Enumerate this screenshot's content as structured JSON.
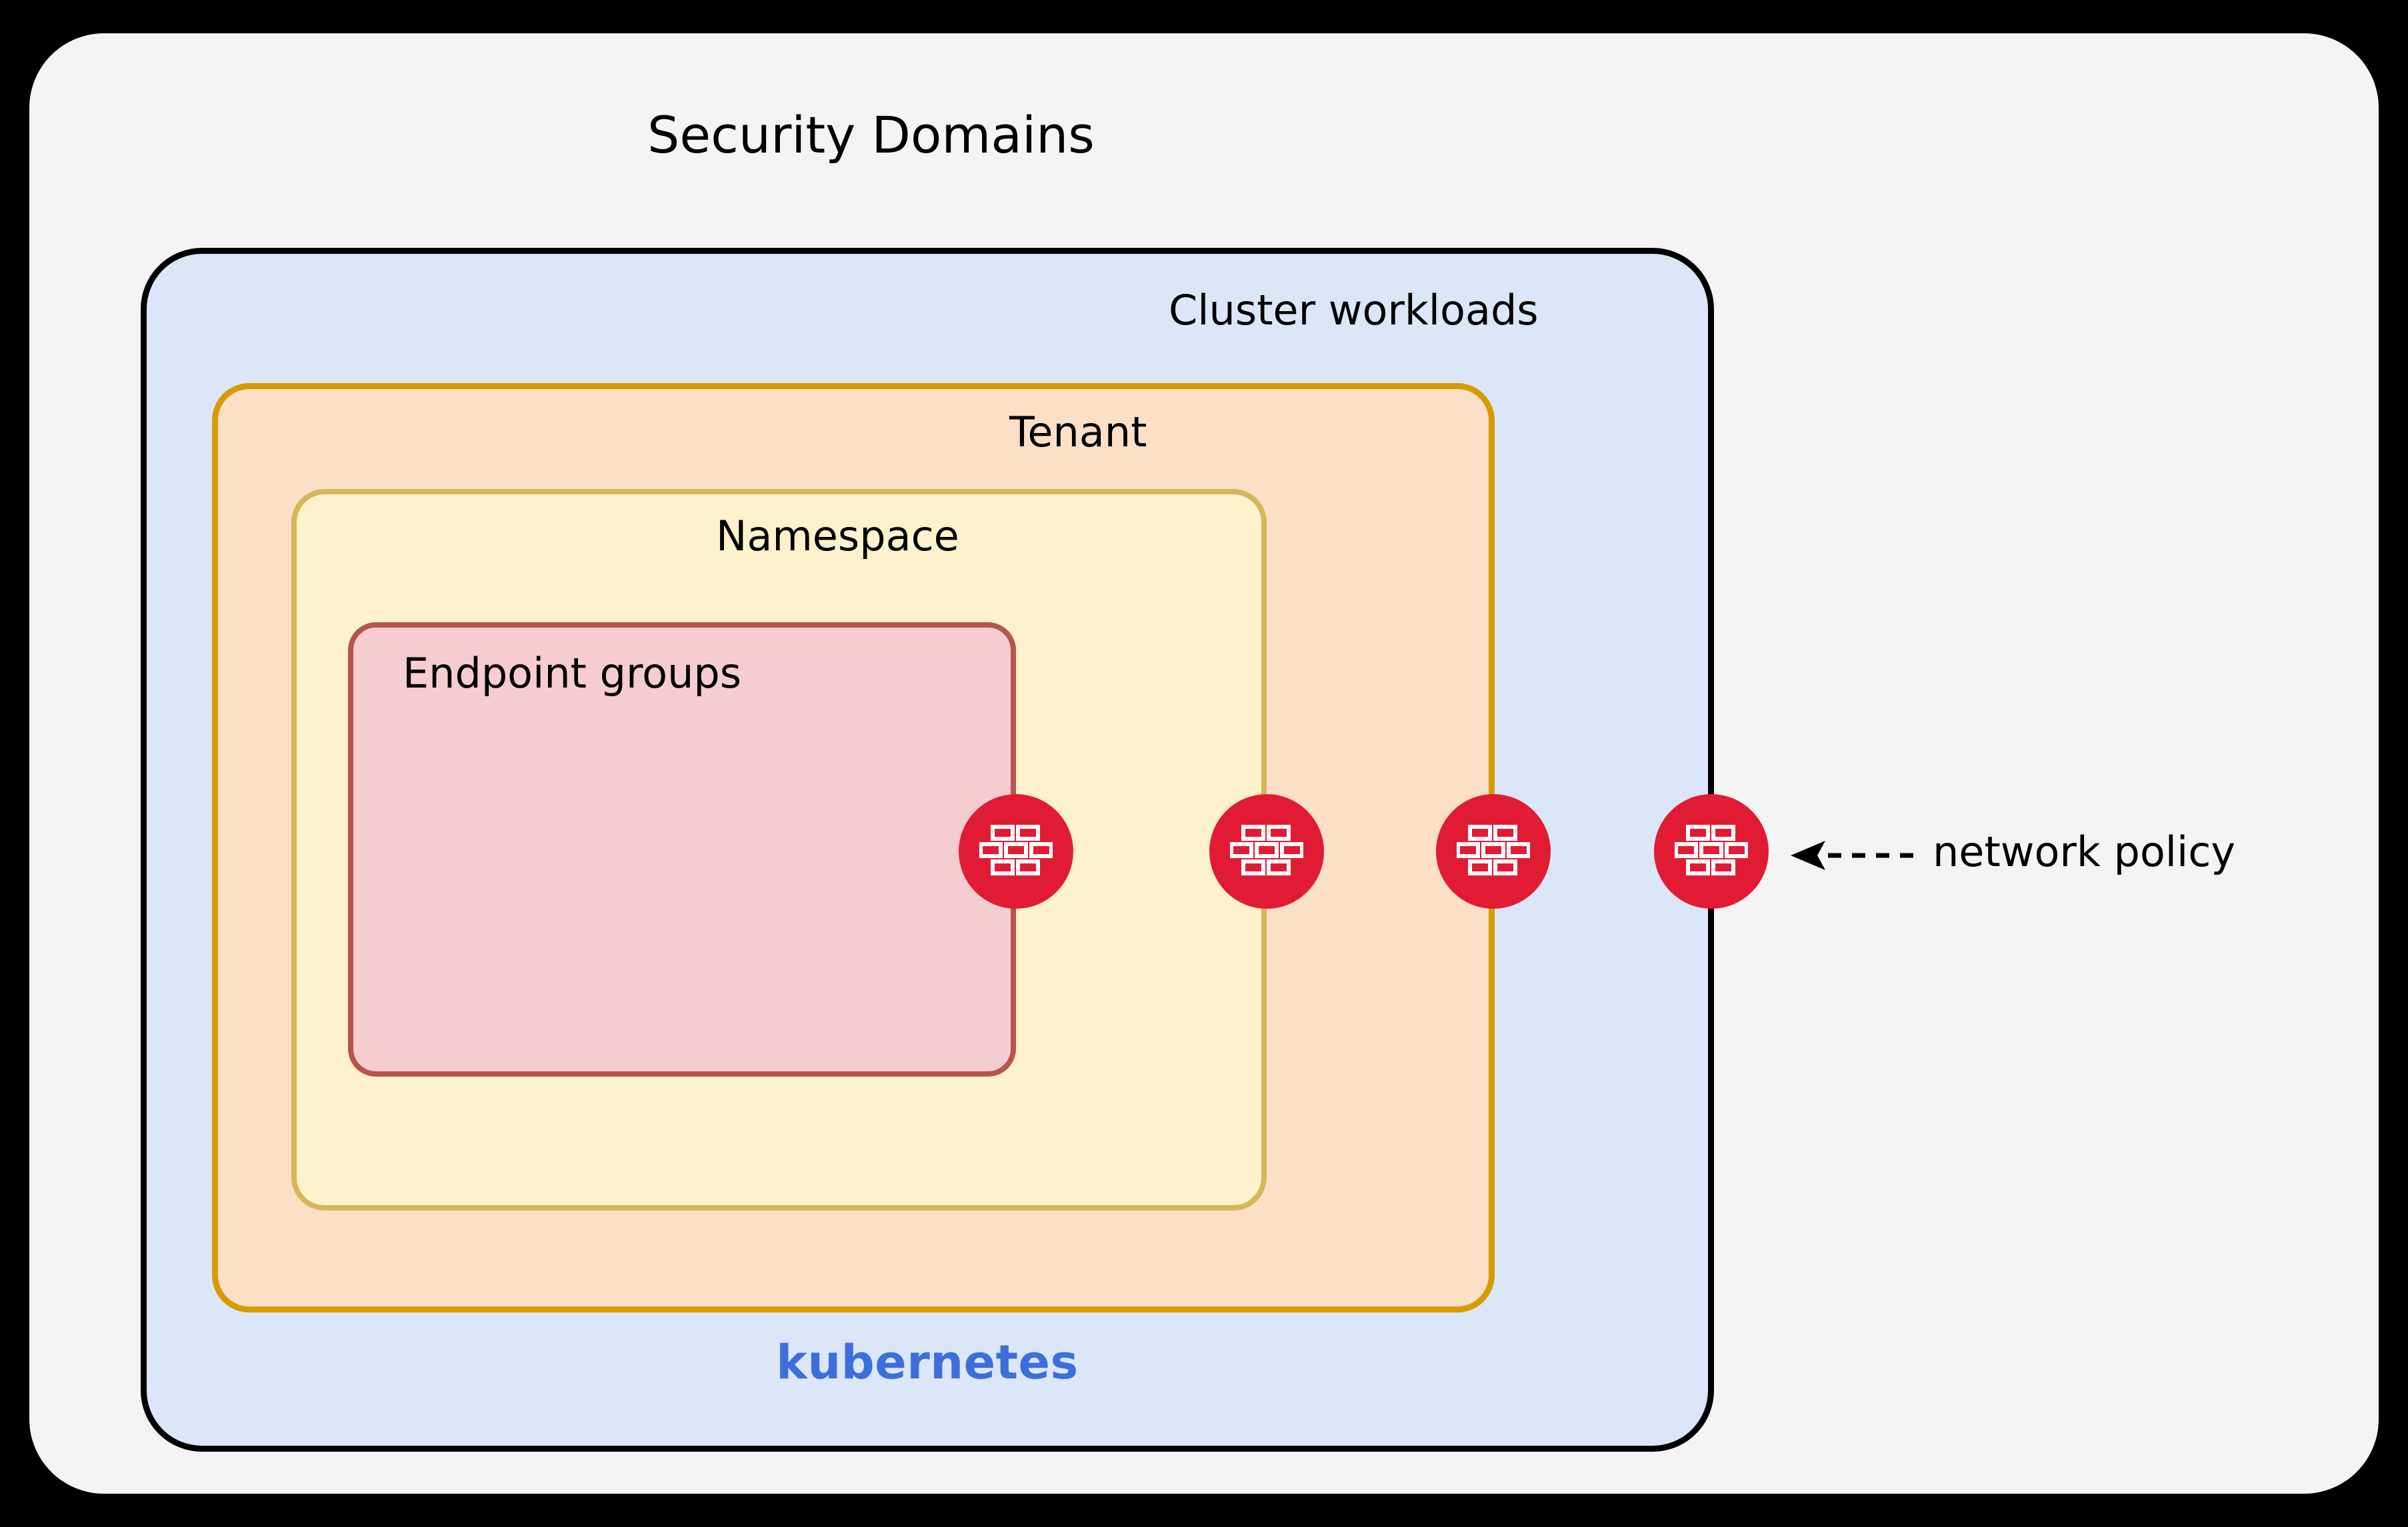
{
  "diagram": {
    "title": "Security Domains",
    "background_color": "#000000",
    "card_color": "#f4f4f4",
    "layers": [
      {
        "key": "cluster",
        "label": "Cluster workloads",
        "fill": "#dbe7f8",
        "stroke": "#000000"
      },
      {
        "key": "tenant",
        "label": "Tenant",
        "fill": "#fbe0c7",
        "stroke": "#d79b00"
      },
      {
        "key": "namespace",
        "label": "Namespace",
        "fill": "#fdf2cc",
        "stroke": "#d6b656"
      },
      {
        "key": "endpoint",
        "label": "Endpoint groups",
        "fill": "#f5cdd1",
        "stroke": "#b85450"
      }
    ],
    "platform_label": "kubernetes",
    "platform_color": "#3d6fdb",
    "annotation": {
      "label": "network policy",
      "arrow": "dashed-left-arrow",
      "icon": "firewall-icon",
      "icon_color": "#e21b35",
      "icon_count": 4
    }
  }
}
